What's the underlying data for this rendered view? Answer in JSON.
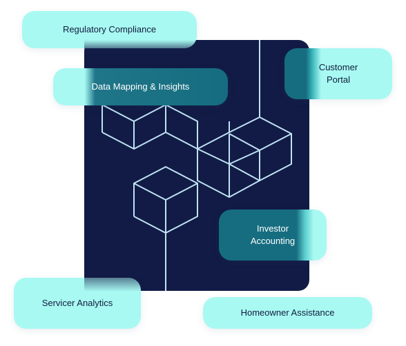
{
  "pills": {
    "regulatory": "Regulatory Compliance",
    "data_mapping": "Data Mapping & Insights",
    "customer_portal": "Customer\nPortal",
    "investor_accounting": "Investor\nAccounting",
    "servicer_analytics": "Servicer Analytics",
    "homeowner_assistance": "Homeowner Assistance"
  },
  "colors": {
    "panel": "#121b45",
    "pill_light": "#a8f9f2",
    "pill_dark": "#156c80",
    "line": "#bfe3f5"
  },
  "icons": {
    "panel_art": "isometric-cubes-graphic"
  }
}
